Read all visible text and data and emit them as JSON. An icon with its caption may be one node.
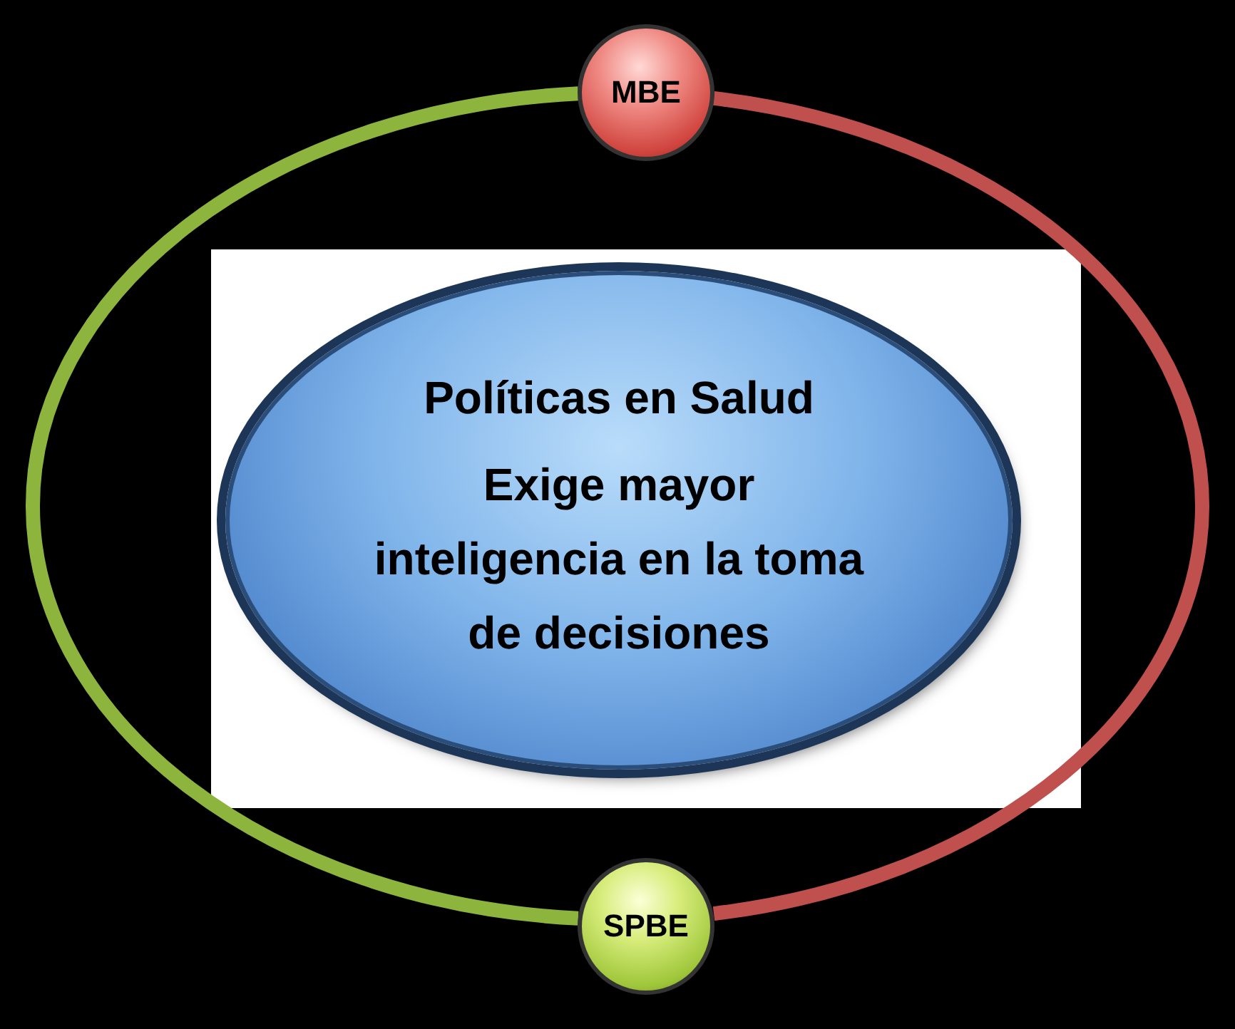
{
  "diagram": {
    "nodes": [
      {
        "text": [
          "Políticas en Salud",
          "Exige mayor inteligencia en la toma de decisiones"
        ]
      },
      {
        "text": [
          "MBE"
        ]
      },
      {
        "text": [
          "SPBE"
        ]
      }
    ],
    "edges": [
      {
        "from": 1,
        "to": 2,
        "arrow": "none",
        "color": "#8db43c"
      },
      {
        "from": 1,
        "to": 2,
        "arrow": "none",
        "color": "#c0504d"
      }
    ]
  }
}
